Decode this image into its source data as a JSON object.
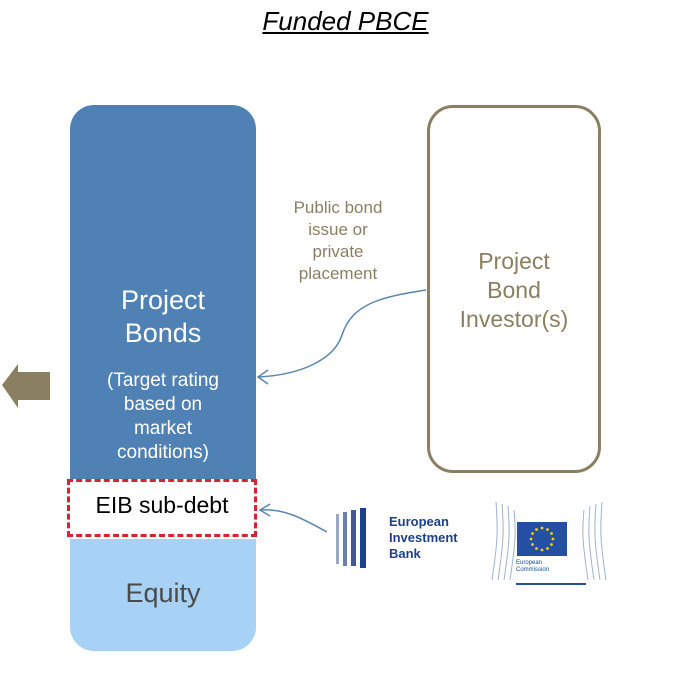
{
  "title": "Funded PBCE",
  "project_bonds": {
    "title_lines": [
      "Project",
      "Bonds"
    ],
    "note_lines": [
      "(Target rating",
      "based on",
      "market",
      "conditions)"
    ]
  },
  "eib_subdebt": "EIB sub-debt",
  "equity": "Equity",
  "investor": {
    "lines": [
      "Project",
      "Bond",
      "Investor(s)"
    ]
  },
  "placement_lines": [
    "Public bond",
    "issue or",
    "private",
    "placement"
  ],
  "eib_logo": {
    "lines": [
      "European",
      "Investment",
      "Bank"
    ]
  },
  "ec_logo": {
    "lines": [
      "European",
      "Commission"
    ]
  },
  "colors": {
    "bonds": "#4f81b4",
    "equity": "#a7d1f5",
    "subdebt_border": "#d9232e",
    "investor": "#8b7f62",
    "connector": "#5a86b0",
    "eib_blue": "#1d3f8c",
    "eu_flag": "#2450a3",
    "eu_star": "#ffcc00"
  }
}
